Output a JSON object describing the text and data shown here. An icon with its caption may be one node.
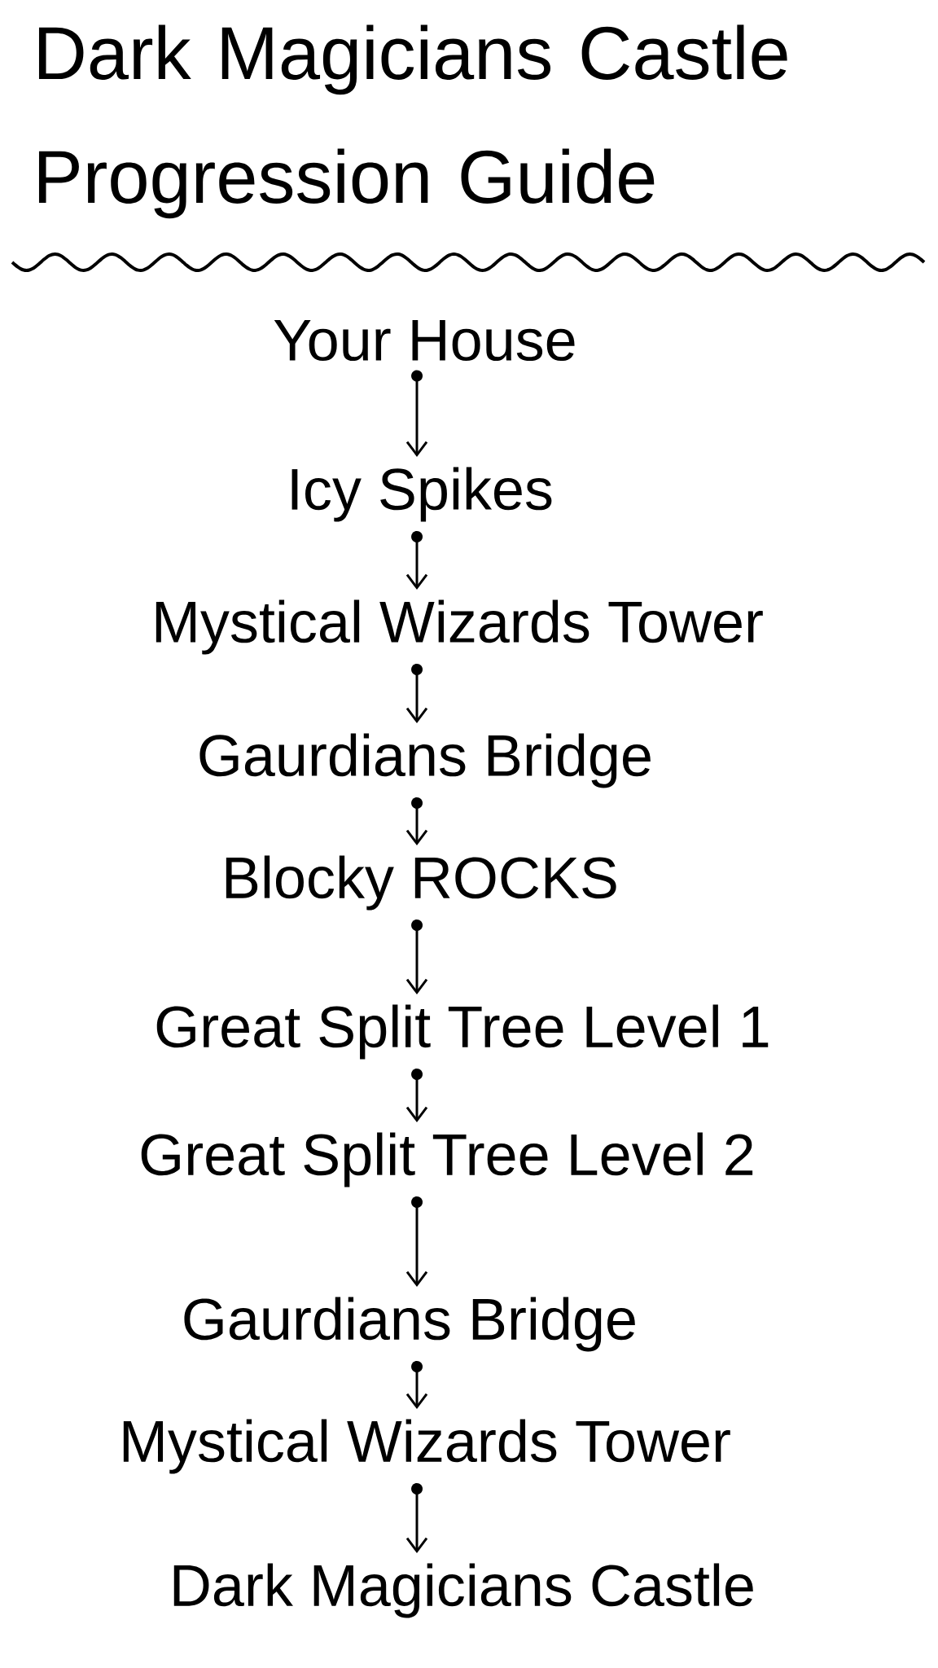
{
  "diagram": {
    "title": "Dark Magicians Castle Progression Guide",
    "nodes": [
      {
        "text": [
          "Your House"
        ]
      },
      {
        "text": [
          "Icy Spikes"
        ]
      },
      {
        "text": [
          "Mystical Wizards Tower"
        ]
      },
      {
        "text": [
          "Gaurdians Bridge"
        ]
      },
      {
        "text": [
          "Blocky ROCKS"
        ]
      },
      {
        "text": [
          "Great Split Tree Level 1"
        ]
      },
      {
        "text": [
          "Great Split Tree Level 2"
        ]
      },
      {
        "text": [
          "Gaurdians Bridge"
        ]
      },
      {
        "text": [
          "Mystical Wizards Tower"
        ]
      },
      {
        "text": [
          "Dark Magicians Castle"
        ]
      }
    ],
    "edges": [
      {
        "from": 0,
        "to": 1,
        "arrow": "to"
      },
      {
        "from": 1,
        "to": 2,
        "arrow": "to"
      },
      {
        "from": 2,
        "to": 3,
        "arrow": "to"
      },
      {
        "from": 3,
        "to": 4,
        "arrow": "to"
      },
      {
        "from": 4,
        "to": 5,
        "arrow": "to"
      },
      {
        "from": 5,
        "to": 6,
        "arrow": "to"
      },
      {
        "from": 6,
        "to": 7,
        "arrow": "to"
      },
      {
        "from": 7,
        "to": 8,
        "arrow": "to"
      },
      {
        "from": 8,
        "to": 9,
        "arrow": "to"
      }
    ]
  }
}
